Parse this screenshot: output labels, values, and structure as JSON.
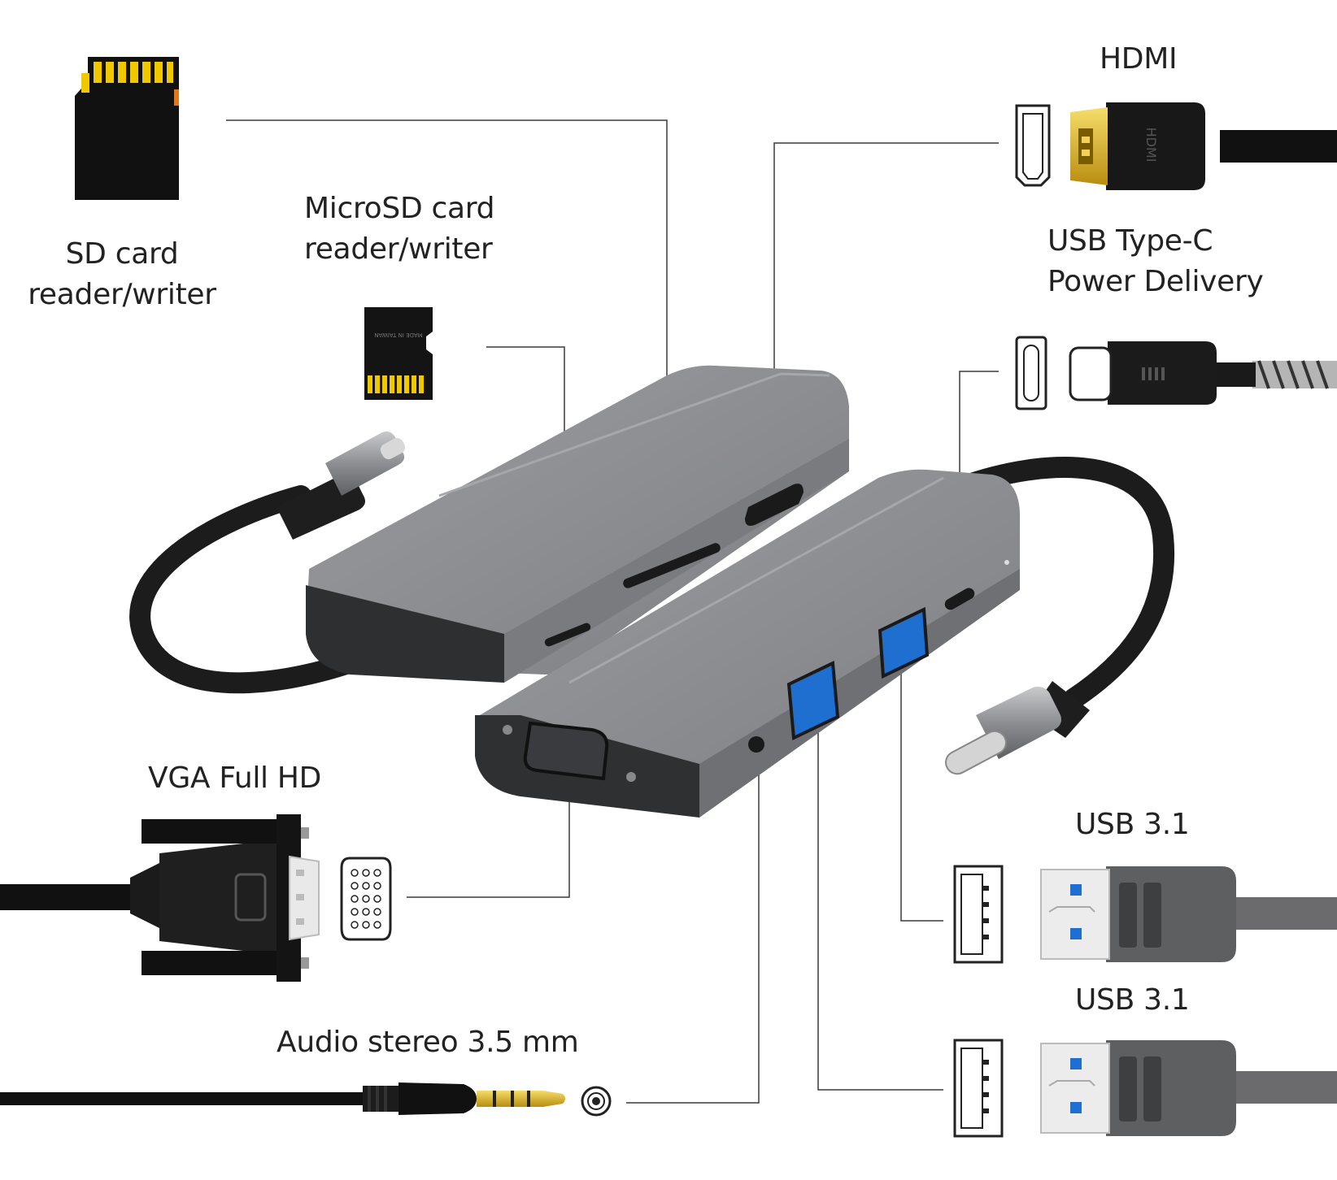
{
  "labels": {
    "sd_line1": "SD card",
    "sd_line2": "reader/writer",
    "microsd_line1": "MicroSD card",
    "microsd_line2": "reader/writer",
    "hdmi": "HDMI",
    "usbc_line1": "USB Type-C",
    "usbc_line2": "Power Delivery",
    "vga": "VGA Full HD",
    "audio": "Audio stereo 3.5 mm",
    "usb31_top": "USB 3.1",
    "usb31_bottom": "USB 3.1"
  },
  "cable_markings": {
    "hdmi_plug": "HDMI",
    "microsd_card": "MADE IN TAIWAN"
  },
  "colors": {
    "hub_body": "#8e8f93",
    "hub_dark": "#2e2f31",
    "cable": "#1c1c1c",
    "usb_blue": "#1f6fd1",
    "gold": "#e0b400",
    "usb_plug_grey": "#6d6d6f"
  },
  "icons": [
    "sd-card-icon",
    "microsd-card-icon",
    "hdmi-port-icon",
    "hdmi-plug-icon",
    "usbc-port-icon",
    "usbc-plug-icon",
    "vga-port-icon",
    "vga-plug-icon",
    "audio-jack-icon",
    "audio-plug-icon",
    "usb-a-port-icon",
    "usb-a-plug-icon"
  ]
}
